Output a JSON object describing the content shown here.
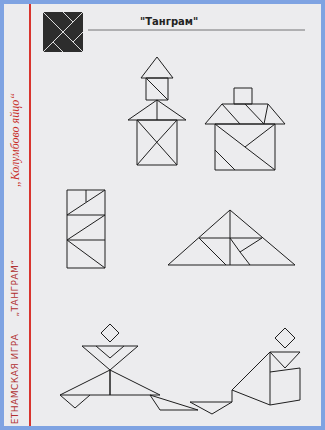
{
  "diagram": {
    "title": "\"Танграм\"",
    "labels": [
      "„Колумбово яйцо“",
      "„ТАНГРАМ“",
      "ЕТНАМСКАЯ ИГРА"
    ]
  }
}
